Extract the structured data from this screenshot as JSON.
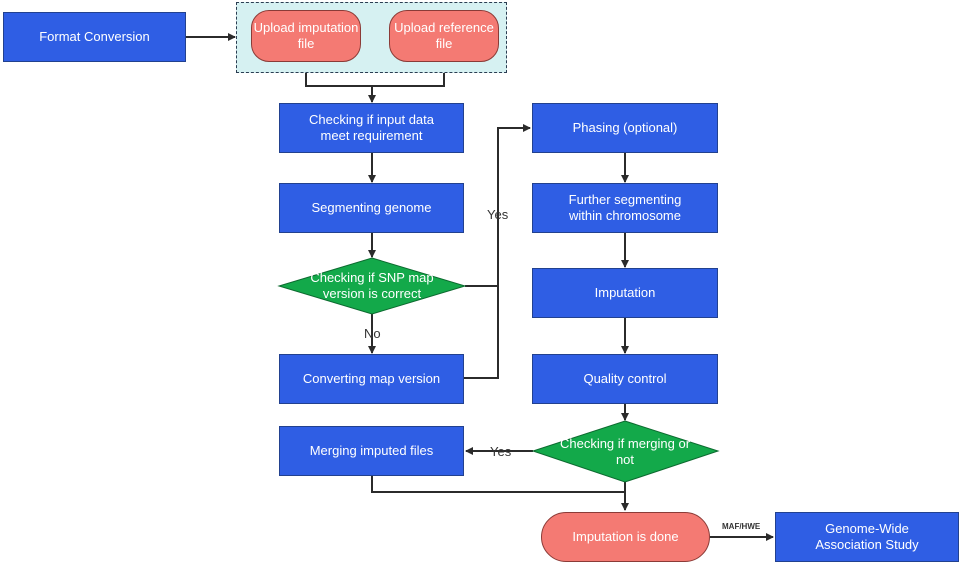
{
  "nodes": {
    "format_conversion": "Format Conversion",
    "upload_imputation": "Upload imputation file",
    "upload_reference": "Upload reference file",
    "checking_input": "Checking if input data meet requirement",
    "segmenting_genome": "Segmenting genome",
    "checking_snp": "Checking if SNP map version is correct",
    "converting_map": "Converting map version",
    "merging_imputed": "Merging imputed files",
    "phasing": "Phasing (optional)",
    "further_segmenting": "Further segmenting within chromosome",
    "imputation": "Imputation",
    "quality_control": "Quality control",
    "checking_merging": "Checking if merging or not",
    "imputation_done": "Imputation is done",
    "gwas": "Genome-Wide Association Study"
  },
  "edge_labels": {
    "yes_snp": "Yes",
    "no_snp": "No",
    "yes_merging": "Yes",
    "maf_hwe": "MAF/HWE"
  },
  "colors": {
    "process": "#2f5ee4",
    "decision": "#13a94a",
    "terminal": "#f47a73",
    "group_fill": "#d6f1f2",
    "edge": "#2b2b2b"
  }
}
